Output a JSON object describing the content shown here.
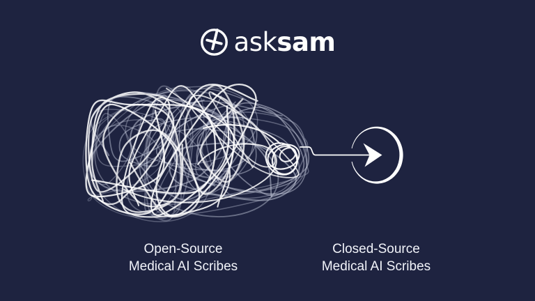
{
  "brand": {
    "name_light": "ask",
    "name_bold": "sam"
  },
  "labels": {
    "left": {
      "line1": "Open-Source",
      "line2": "Medical AI Scribes"
    },
    "right": {
      "line1": "Closed-Source",
      "line2": "Medical AI Scribes"
    }
  },
  "colors": {
    "background": "#1e2340",
    "foreground": "#ffffff",
    "scribble_dim": "#c6cbdc"
  }
}
